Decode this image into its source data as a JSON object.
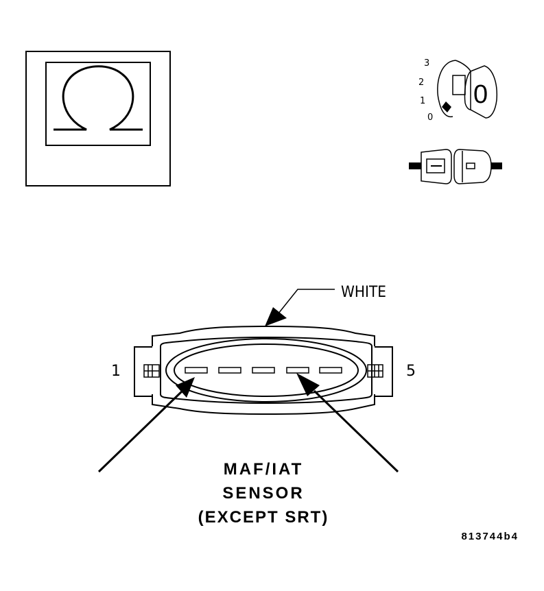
{
  "key_positions": [
    "3",
    "2",
    "1",
    "0"
  ],
  "key_glyph": "0",
  "wire_color_label": "WHITE",
  "pin_first": "1",
  "pin_last": "5",
  "sensor_label": [
    "MAF/IAT",
    "SENSOR",
    "(EXCEPT SRT)"
  ],
  "figure_id": "813744b4",
  "colors": {
    "ink": "#000000",
    "paper": "#ffffff"
  }
}
